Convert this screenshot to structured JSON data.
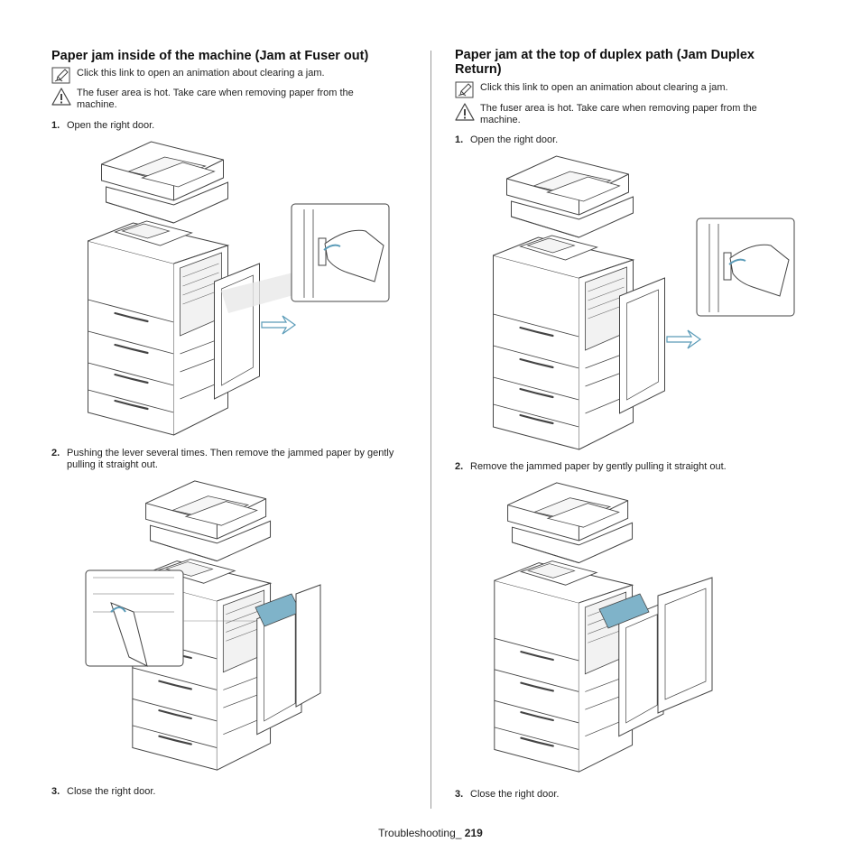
{
  "left": {
    "title": "Paper jam inside of the machine (Jam at Fuser out)",
    "note_link": "Click this link to open an animation about clearing a jam.",
    "note_warning": "The fuser area is hot. Take care when removing paper from the machine.",
    "steps": [
      {
        "num": "1.",
        "text": "Open the right door."
      },
      {
        "num": "2.",
        "text": "Pushing the lever several times. Then remove the jammed paper by gently pulling it straight out."
      },
      {
        "num": "3.",
        "text": "Close the right door."
      }
    ]
  },
  "right": {
    "title": "Paper jam at the top of duplex path (Jam Duplex Return)",
    "note_link": "Click this link to open an animation about clearing a jam.",
    "note_warning": "The fuser area is hot. Take care when removing paper from the machine.",
    "steps": [
      {
        "num": "1.",
        "text": "Open the right door."
      },
      {
        "num": "2.",
        "text": "Remove the jammed paper by gently pulling it straight out."
      },
      {
        "num": "3.",
        "text": "Close the right door."
      }
    ]
  },
  "footer": {
    "section": "Troubleshooting_",
    "page": "219"
  },
  "icons": {
    "note": "pencil-note-icon",
    "warning": "warning-triangle-icon"
  },
  "colors": {
    "jammed_paper": "#7fb3c9",
    "arrow": "#5a9bb8",
    "line": "#444444"
  }
}
